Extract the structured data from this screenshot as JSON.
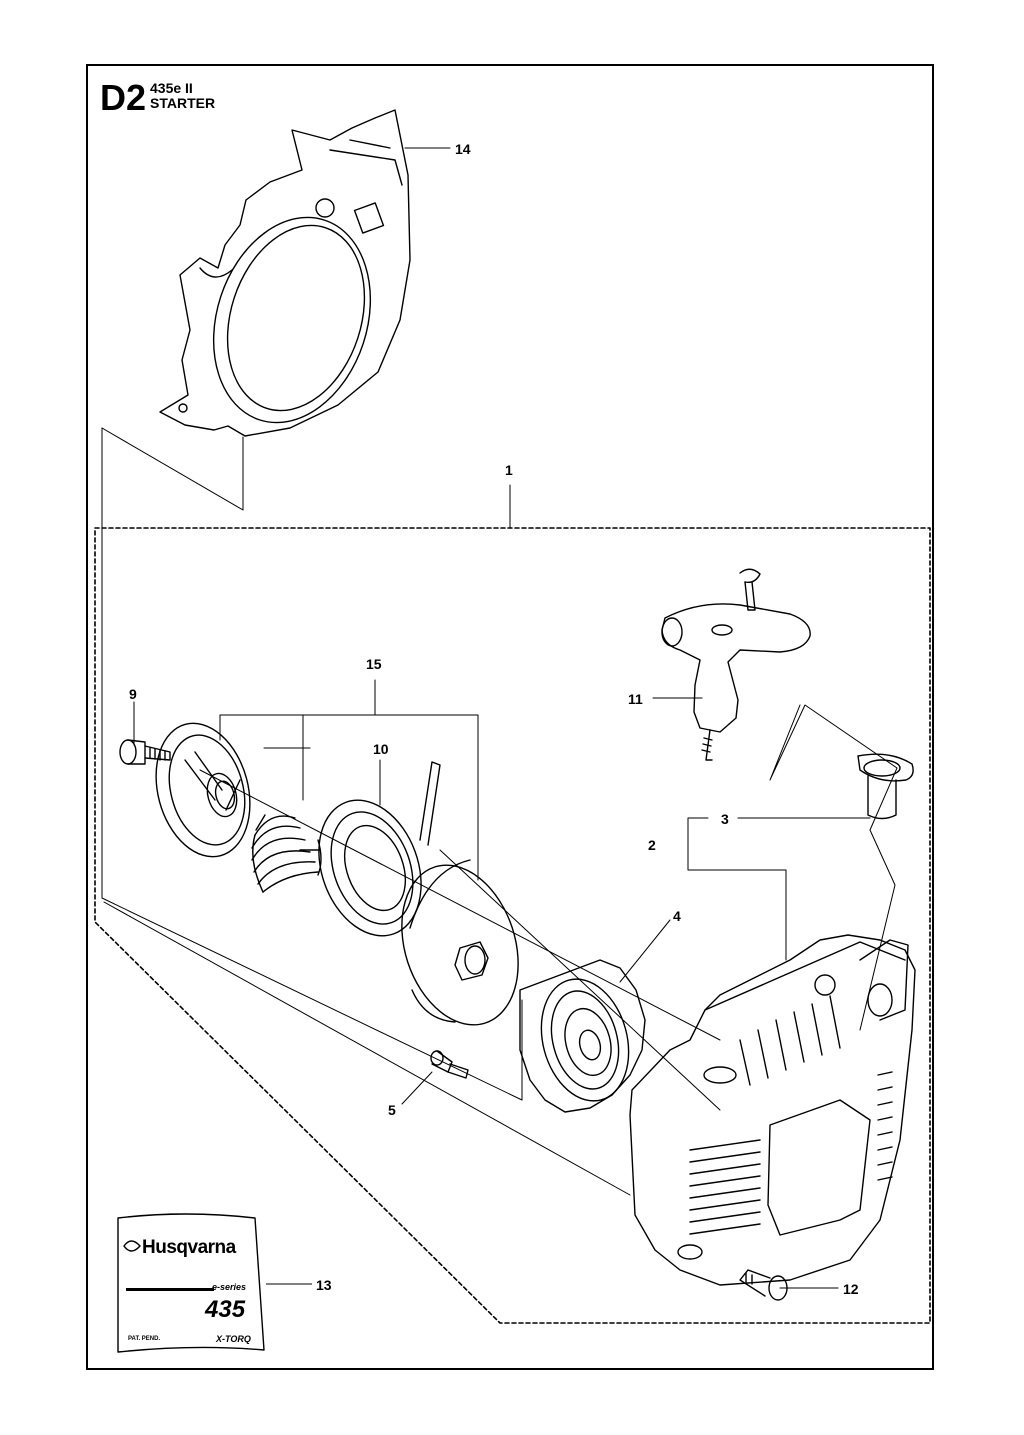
{
  "header": {
    "sheet_code": "D2",
    "model": "435e II",
    "title": "STARTER"
  },
  "callouts": {
    "c1": "1",
    "c2": "2",
    "c3": "3",
    "c4": "4",
    "c5": "5",
    "c9": "9",
    "c10": "10",
    "c11": "11",
    "c12": "12",
    "c13": "13",
    "c14": "14",
    "c15": "15"
  },
  "decal": {
    "brand": "Husqvarna",
    "series": "e-series",
    "model_number": "435",
    "patent_text": "PAT. PEND.",
    "technology": "X-TORQ"
  },
  "colors": {
    "line": "#000000",
    "background": "#ffffff"
  }
}
